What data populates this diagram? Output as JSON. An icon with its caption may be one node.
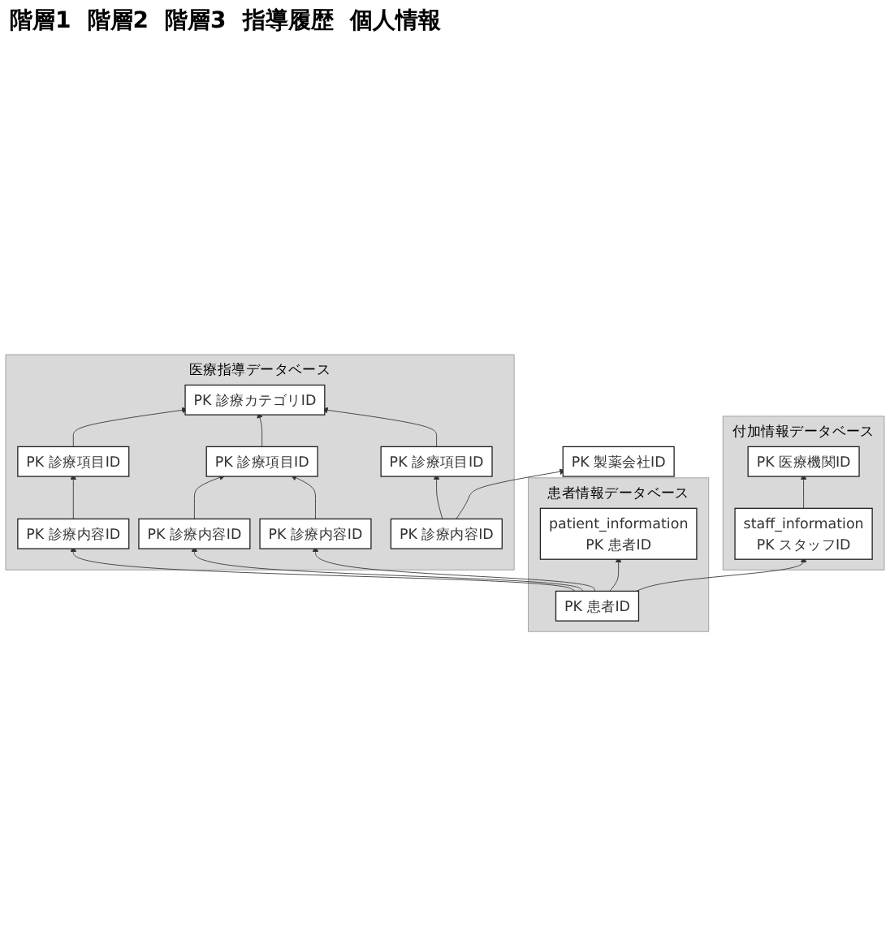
{
  "diagram": {
    "nodes": [
      {
        "text": [
          "医療指導データベース"
        ]
      },
      {
        "text": [
          "PK 診療カテゴリID"
        ],
        "in": 0
      },
      {
        "text": [
          "PK 診療項目ID"
        ],
        "in": 0
      },
      {
        "text": [
          "PK 診療項目ID"
        ],
        "in": 0
      },
      {
        "text": [
          "PK 診療項目ID"
        ],
        "in": 0
      },
      {
        "text": [
          "PK 診療内容ID"
        ],
        "in": 0
      },
      {
        "text": [
          "PK 診療内容ID"
        ],
        "in": 0
      },
      {
        "text": [
          "PK 診療内容ID"
        ],
        "in": 0
      },
      {
        "text": [
          "PK 診療内容ID"
        ],
        "in": 0
      },
      {
        "text": [
          "付加情報データベース"
        ]
      },
      {
        "text": [
          "staff_information",
          "PK スタッフID"
        ],
        "in": 9
      },
      {
        "text": [
          "PK 医療機関ID"
        ],
        "in": 9
      },
      {
        "text": [
          "患者情報データベース"
        ]
      },
      {
        "text": [
          "PK 患者ID"
        ],
        "in": 12
      },
      {
        "text": [
          "patient_information",
          "PK 患者ID"
        ],
        "in": 12
      },
      {
        "text": [
          "PK 製薬会社ID"
        ]
      }
    ],
    "edges": [
      {
        "from": 2,
        "to": 1,
        "arrow": "to"
      },
      {
        "from": 3,
        "to": 1,
        "arrow": "to"
      },
      {
        "from": 4,
        "to": 1,
        "arrow": "to"
      },
      {
        "from": 5,
        "to": 2,
        "arrow": "to"
      },
      {
        "from": 6,
        "to": 3,
        "arrow": "to"
      },
      {
        "from": 7,
        "to": 3,
        "arrow": "to"
      },
      {
        "from": 8,
        "to": 4,
        "arrow": "to"
      },
      {
        "from": 13,
        "to": 5,
        "arrow": "to"
      },
      {
        "from": 13,
        "to": 6,
        "arrow": "to"
      },
      {
        "from": 13,
        "to": 7,
        "arrow": "to"
      },
      {
        "from": 13,
        "to": 14,
        "arrow": "to"
      },
      {
        "from": 13,
        "to": 10,
        "arrow": "to"
      },
      {
        "from": 10,
        "to": 11,
        "arrow": "to"
      },
      {
        "from": 8,
        "to": 15,
        "arrow": "to"
      }
    ],
    "labels": [
      "階層1",
      "階層2",
      "階層3",
      "指導履歴",
      "個人情報"
    ]
  }
}
